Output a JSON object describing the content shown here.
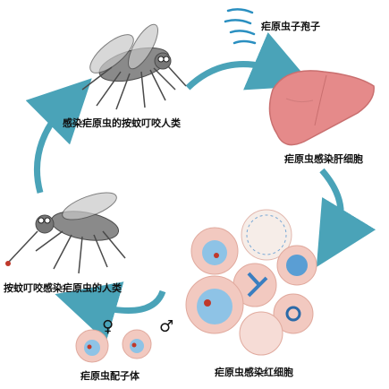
{
  "labels": {
    "mosquito_bites_human": "感染疟原虫的按蚊叮咬人类",
    "sporozoite": "疟原虫子孢子",
    "liver_infection": "疟原虫感染肝细胞",
    "rbc_infection": "疟原虫感染红细胞",
    "gametocyte": "疟原虫配子体",
    "mosquito_bites_infected": "按蚊叮咬感染疟原虫的人类"
  },
  "symbols": {
    "female": "♀",
    "male": "♂"
  },
  "colors": {
    "arrow": "#4aa3b8",
    "liver": "#e58a8a",
    "rbc": "#f2c9c0",
    "parasite": "#3a9bd1",
    "mosquito": "#555555",
    "sporozoite": "#2a8fc0"
  }
}
